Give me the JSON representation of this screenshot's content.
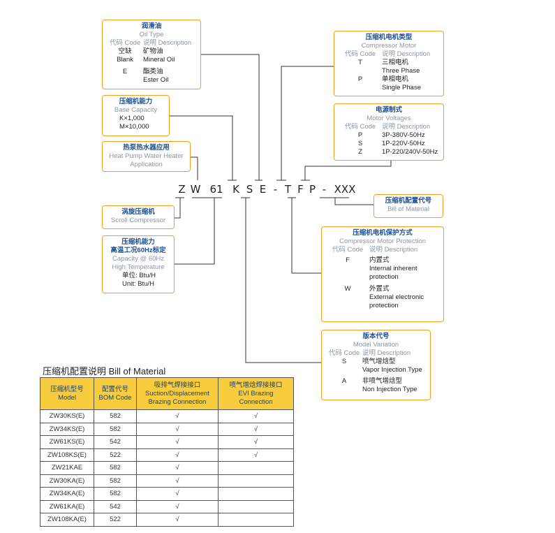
{
  "model_code": [
    "Z",
    "W",
    "61",
    "K",
    "S",
    "E",
    "-",
    "T",
    "F",
    "P",
    "-",
    "XXX"
  ],
  "oil_type": {
    "title_cn": "润滑油",
    "title_en": "Oil Type",
    "header_code": "代码 Code",
    "header_desc": "说明 Description",
    "items": [
      {
        "code": "空缺",
        "code2": "Blank",
        "desc_cn": "矿物油",
        "desc_en": "Mineral Oil"
      },
      {
        "code": "E",
        "code2": "",
        "desc_cn": "酯类油",
        "desc_en": "Ester Oil"
      }
    ]
  },
  "base_capacity": {
    "title_cn": "压缩机能力",
    "title_en": "Base Capacity",
    "lines": [
      "K×1,000",
      "M×10,000"
    ]
  },
  "application": {
    "title_cn": "热泵热水器应用",
    "title_en1": "Heat Pump Water Heater",
    "title_en2": "Application"
  },
  "scroll": {
    "title_cn": "涡旋压缩机",
    "title_en": "Scroll Compressor"
  },
  "capacity60": {
    "title_cn1": "压缩机能力",
    "title_cn2": "高温工况60Hz标定",
    "title_en1": "Capacity @ 60Hz",
    "title_en2": "High Temperature",
    "unit_cn": "单位: Btu/H",
    "unit_en": "Unit: Btu/H"
  },
  "motor_type": {
    "title_cn": "压缩机电机类型",
    "title_en": "Compressor Motor",
    "header_code": "代码 Code",
    "header_desc": "说明 Description",
    "items": [
      {
        "code": "T",
        "desc_cn": "三相电机",
        "desc_en": "Three Phase"
      },
      {
        "code": "P",
        "desc_cn": "单相电机",
        "desc_en": "Single Phase"
      }
    ]
  },
  "motor_voltage": {
    "title_cn": "电源制式",
    "title_en": "Motor Voltages",
    "header_code": "代码 Code",
    "header_desc": "说明 Description",
    "items": [
      {
        "code": "P",
        "desc": "3P-380V-50Hz"
      },
      {
        "code": "S",
        "desc": "1P-220V-50Hz"
      },
      {
        "code": "Z",
        "desc": "1P-220/240V-50Hz"
      }
    ]
  },
  "bom_box": {
    "title_cn": "压缩机配置代号",
    "title_en": "Bill of Material"
  },
  "protection": {
    "title_cn": "压缩机电机保护方式",
    "title_en": "Compressor Motor Protection",
    "header_code": "代码 Code",
    "header_desc": "说明 Description",
    "items": [
      {
        "code": "F",
        "desc_cn": "内置式",
        "desc_en1": "Internal inherent",
        "desc_en2": "protection"
      },
      {
        "code": "W",
        "desc_cn": "外置式",
        "desc_en1": "External electronic",
        "desc_en2": "protection"
      }
    ]
  },
  "variation": {
    "title_cn": "版本代号",
    "title_en": "Model Variation",
    "header_code": "代码 Code",
    "header_desc": "说明 Description",
    "items": [
      {
        "code": "S",
        "desc_cn": "喷气增焓型",
        "desc_en": "Vapor Injection Type"
      },
      {
        "code": "A",
        "desc_cn": "非喷气增焓型",
        "desc_en": "Non Injection Type"
      }
    ]
  },
  "bom_table": {
    "title": "压缩机配置说明  Bill of Material",
    "headers": [
      [
        "压缩机型号",
        "Model"
      ],
      [
        "配置代号",
        "BOM Code"
      ],
      [
        "吸排气焊接接口",
        "Suction/Displacement",
        "Brazing Connection"
      ],
      [
        "喷气增焓焊接接口",
        "EVI Brazing",
        "Connection"
      ]
    ],
    "rows": [
      [
        "ZW30KS(E)",
        "582",
        "√",
        "√"
      ],
      [
        "ZW34KS(E)",
        "582",
        "√",
        "√"
      ],
      [
        "ZW61KS(E)",
        "542",
        "√",
        "√"
      ],
      [
        "ZW108KS(E)",
        "522",
        "√",
        "√"
      ],
      [
        "ZW21KAE",
        "582",
        "√",
        ""
      ],
      [
        "ZW30KA(E)",
        "582",
        "√",
        ""
      ],
      [
        "ZW34KA(E)",
        "582",
        "√",
        ""
      ],
      [
        "ZW61KA(E)",
        "542",
        "√",
        ""
      ],
      [
        "ZW108KA(E)",
        "522",
        "√",
        ""
      ]
    ]
  },
  "colors": {
    "box_border": "#f0a020",
    "title_blue": "#1f4f8f",
    "subtitle_gray": "#8a98aa",
    "table_header": "#f7cc3f"
  }
}
